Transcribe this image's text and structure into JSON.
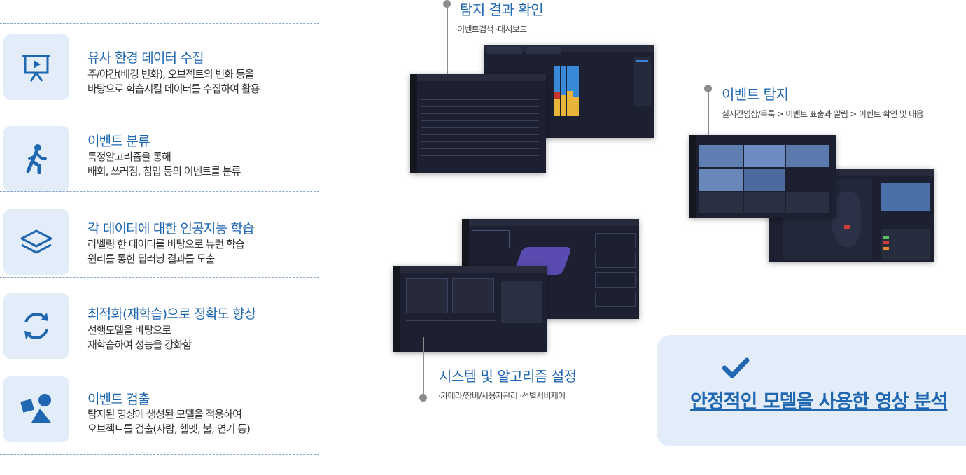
{
  "features": [
    {
      "icon": "presentation-board-icon",
      "title": "유사 환경 데이터 수집",
      "desc1": "주/야간(배경 변화), 오브젝트의 변화 등을",
      "desc2": "바탕으로 학습시킬 데이터를 수집하여 활용"
    },
    {
      "icon": "walking-person-icon",
      "title": "이벤트 분류",
      "desc1": "특정알고리즘을 통해",
      "desc2": "배회, 쓰러짐, 침입 등의 이벤트를 분류"
    },
    {
      "icon": "layers-icon",
      "title": "각 데이터에 대한 인공지능 학습",
      "desc1": "라벨링 한 데이터를 바탕으로 뉴런 학습",
      "desc2": "원리를 통한 딥러닝 결과를 도출"
    },
    {
      "icon": "refresh-cycle-icon",
      "title": "최적화(재학습)으로 정확도 향상",
      "desc1": "선행모델을 바탕으로",
      "desc2": "재학습하여 성능을 강화함"
    },
    {
      "icon": "shapes-icon",
      "title": "이벤트 검출",
      "desc1": "탐지된 영상에 생성된 모델을 적용하여",
      "desc2": "오브젝트를 검출(사람, 헬멧, 불, 연기 등)"
    }
  ],
  "sections": {
    "result": {
      "title": "탐지 결과 확인",
      "sub": "·이벤트검색  ·대시보드"
    },
    "detect": {
      "title": "이벤트 탐지",
      "sub": "실시간영상/목록 > 이벤트 표출과 알림 > 이벤트 확인 및 대응"
    },
    "setup": {
      "title": "시스템 및 알고리즘 설정",
      "sub": "·카메라/장비/사용자관리  ·선별서버제어"
    }
  },
  "cta": {
    "icon": "checkmark-icon",
    "text": "안정적인 모델을 사용한 영상 분석"
  },
  "colors": {
    "accent": "#1f67b1",
    "panel": "#e3edf9",
    "screen": "#1d2030"
  }
}
